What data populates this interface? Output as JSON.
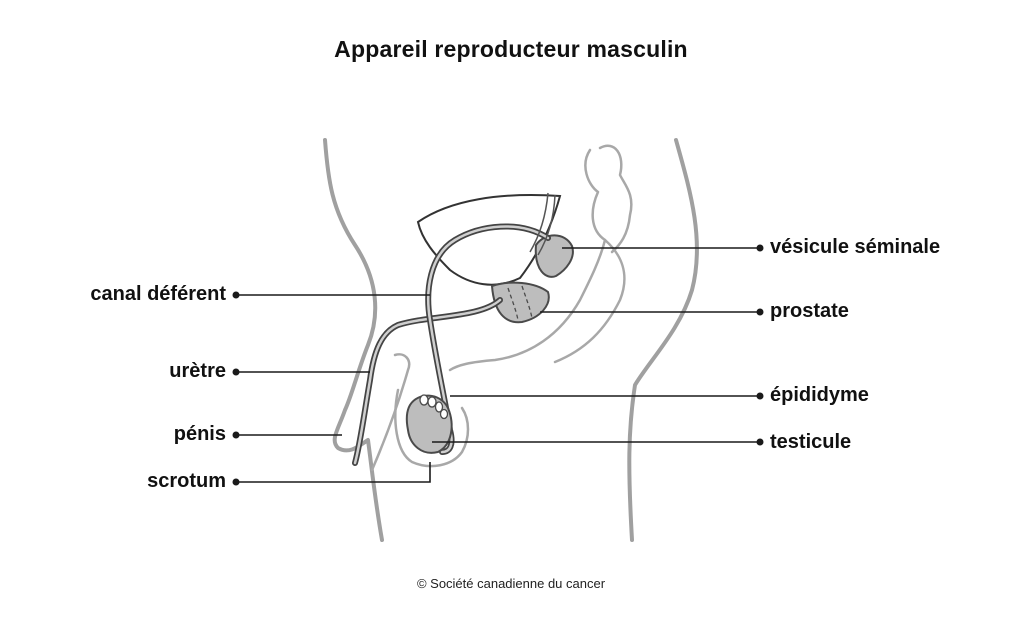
{
  "title": "Appareil reproducteur masculin",
  "labels": {
    "vesicule_seminale": "vésicule séminale",
    "prostate": "prostate",
    "epididyme": "épididyme",
    "testicule": "testicule",
    "canal_deferent": "canal déférent",
    "uretre": "urètre",
    "penis": "pénis",
    "scrotum": "scrotum"
  },
  "credit": "© Société canadienne du cancer",
  "colors": {
    "body_outline": "#a0a0a0",
    "organ_fill": "#bdbdbd",
    "organ_stroke": "#4a4a4a",
    "leader_line": "#1a1a1a",
    "text": "#111111"
  }
}
